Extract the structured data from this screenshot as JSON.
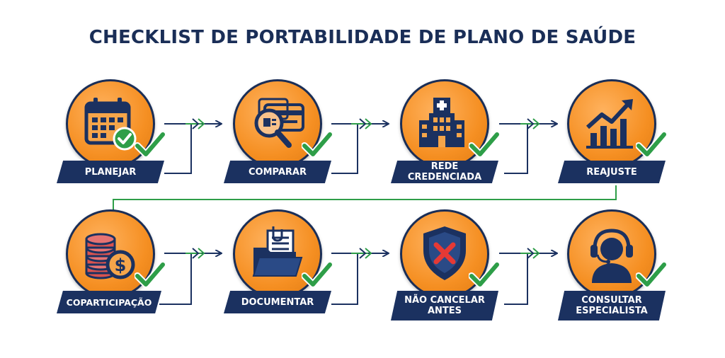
{
  "title": "CHECKLIST DE PORTABILIDADE DE PLANO DE SAÚDE",
  "colors": {
    "navy": "#1b3160",
    "orange": "#f58f22",
    "green": "#2e9e48",
    "red": "#e53935"
  },
  "steps": [
    {
      "label": "PLANEJAR",
      "icon": "calendar-icon"
    },
    {
      "label": "COMPARAR",
      "icon": "magnifier-card-icon"
    },
    {
      "label": "REDE CREDENCIADA",
      "icon": "hospital-icon"
    },
    {
      "label": "REAJUSTE",
      "icon": "rising-chart-icon"
    },
    {
      "label": "COPARTICIPAÇÃO",
      "icon": "coins-icon"
    },
    {
      "label": "DOCUMENTAR",
      "icon": "folder-documents-icon"
    },
    {
      "label": "NÃO CANCELAR ANTES",
      "icon": "shield-x-icon"
    },
    {
      "label": "CONSULTAR ESPECIALISTA",
      "icon": "headset-agent-icon"
    }
  ]
}
